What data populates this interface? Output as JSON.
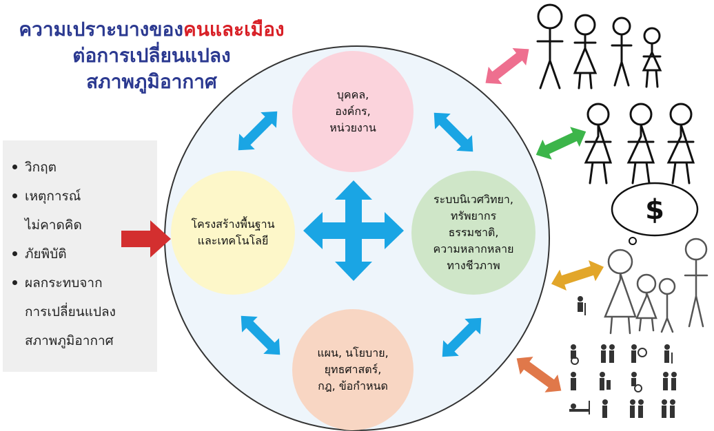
{
  "title": {
    "part1": "ความเปราะบางของ",
    "part2": "คนและเมือง",
    "line2": "ต่อการเปลี่ยนแปลง",
    "line3": "สภาพภูมิอากาศ"
  },
  "left_list": {
    "items": [
      {
        "text": "วิกฤต",
        "bullet": true
      },
      {
        "text": "เหตุการณ์",
        "bullet": true
      },
      {
        "text": "ไม่คาดคิด",
        "bullet": false
      },
      {
        "text": "ภัยพิบัติ",
        "bullet": true
      },
      {
        "text": "ผลกระทบจาก",
        "bullet": true
      },
      {
        "text": "การเปลี่ยนแปลง",
        "bullet": false
      },
      {
        "text": "สภาพภูมิอากาศ",
        "bullet": false
      }
    ]
  },
  "nodes": {
    "top": "บุคคล,\nองค์กร,\nหน่วยงาน",
    "left": "โครงสร้างพื้นฐาน\nและเทคโนโลยี",
    "right": "ระบบนิเวศวิทยา,\nทรัพยากร\nธรรมชาติ,\nความหลากหลาย\nทางชีวภาพ",
    "bottom": "แผน, นโยบาย,\nยุทธศาสตร์,\nกฎ, ข้อกำหนด"
  },
  "thought_bubble_symbol": "$",
  "colors": {
    "title_blue": "#2b3990",
    "title_red": "#d81f26",
    "arrow_blue": "#1aa5e4",
    "arrow_red": "#d32f2f",
    "arrow_pink": "#ee6f8f",
    "arrow_green": "#3cb54a",
    "arrow_yellow": "#e2a62a",
    "arrow_orange": "#e0784a"
  },
  "icons": [
    "stick-family-icon",
    "stick-women-icon",
    "worried-family-icon",
    "disability-icons-grid"
  ]
}
